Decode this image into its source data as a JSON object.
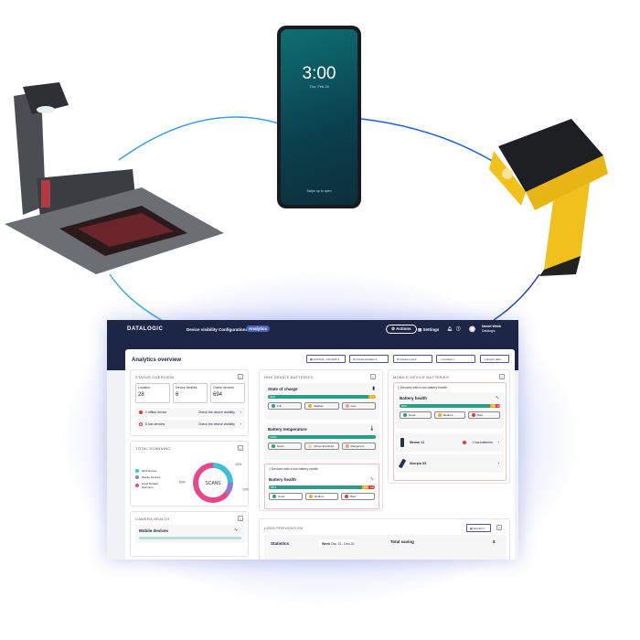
{
  "colors": {
    "navy": "#1d2647",
    "teal": "#2a9d85",
    "orange": "#f5a623",
    "red": "#e0393e",
    "salmon": "#f29c8c",
    "cyan": "#3ec0d4",
    "purple": "#8d7cc7",
    "pink": "#e8478a",
    "arc": "#2f8fe0"
  },
  "phone": {
    "time": "3:00",
    "date": "Thu, Feb 24",
    "unlock": "Swipe up to open"
  },
  "header": {
    "logo": "DATALOGIC",
    "nav": [
      "Device visibility",
      "Configurations",
      "Analytics"
    ],
    "active": "Analytics",
    "actions": "Actions",
    "settings": "Settings",
    "user_name": "Daniel Webb",
    "user_org": "Datalogic"
  },
  "page": {
    "title": "Analytics overview",
    "filters": [
      "12/13/24 - 12/13/25",
      "Device families",
      "Device type",
      "Location"
    ],
    "export": "Export data"
  },
  "status": {
    "title": "STATUS OVERVIEW",
    "stats": [
      {
        "label": "Location",
        "value": "28"
      },
      {
        "label": "Device families",
        "value": "6"
      },
      {
        "label": "Online devices",
        "value": "694"
      }
    ],
    "rows": [
      {
        "text": "1 offline device",
        "action": "Check the device visibility"
      },
      {
        "text": "8 lost devices",
        "action": "Check the device visibility"
      }
    ]
  },
  "scanning": {
    "title": "TOTAL SCANNING",
    "center": "SCANS",
    "legend": [
      "HHS Device",
      "Mobile Devices",
      "Fixed Retailer Scanners"
    ],
    "values": [
      25,
      10,
      65
    ],
    "labels": [
      "25%",
      "10%",
      "65%"
    ]
  },
  "camera": {
    "title": "CAMERA HEALTH",
    "sub": "Mobile devices"
  },
  "hhs": {
    "title": "HHS DEVICE BATTERIES",
    "charge": {
      "title": "State of charge",
      "segments": [
        {
          "label": "93%",
          "value": 93
        },
        {
          "label": "7%",
          "value": 7
        }
      ],
      "legend": [
        "Full",
        "Medium",
        "Low"
      ]
    },
    "temp": {
      "title": "Battery temperature",
      "segments": [
        {
          "label": "100%",
          "value": 100
        }
      ],
      "legend": [
        "Good",
        "Above threshold",
        "Dangerous"
      ]
    },
    "health": {
      "alert": "Devices with a low battery health",
      "title": "Battery health",
      "segments": [
        {
          "label": "88%",
          "value": 88
        },
        {
          "label": "6%",
          "value": 6
        },
        {
          "label": "6%",
          "value": 6
        }
      ],
      "legend": [
        "Good",
        "Medium",
        "Bad"
      ]
    }
  },
  "mobile": {
    "title": "MOBILE DEVICE BATTERIES",
    "alert": "Devices with a low battery health",
    "health": {
      "title": "Battery health",
      "segments": [
        {
          "label": "90%",
          "value": 90
        },
        {
          "label": "5%",
          "value": 5
        },
        {
          "label": "5%",
          "value": 5
        }
      ],
      "legend": [
        "Good",
        "Medium",
        "Bad"
      ]
    },
    "devices": [
      {
        "name": "Memor 11",
        "status": "1 low batteries"
      },
      {
        "name": "Skorpio X5",
        "status": ""
      }
    ]
  },
  "loss": {
    "title": "LOSS PREVENTION",
    "period": "Weekly",
    "stats": "Statistics",
    "week": "Week",
    "range": "Dec 13 - Dec 20",
    "saving": "Total saving",
    "currency": "$"
  }
}
